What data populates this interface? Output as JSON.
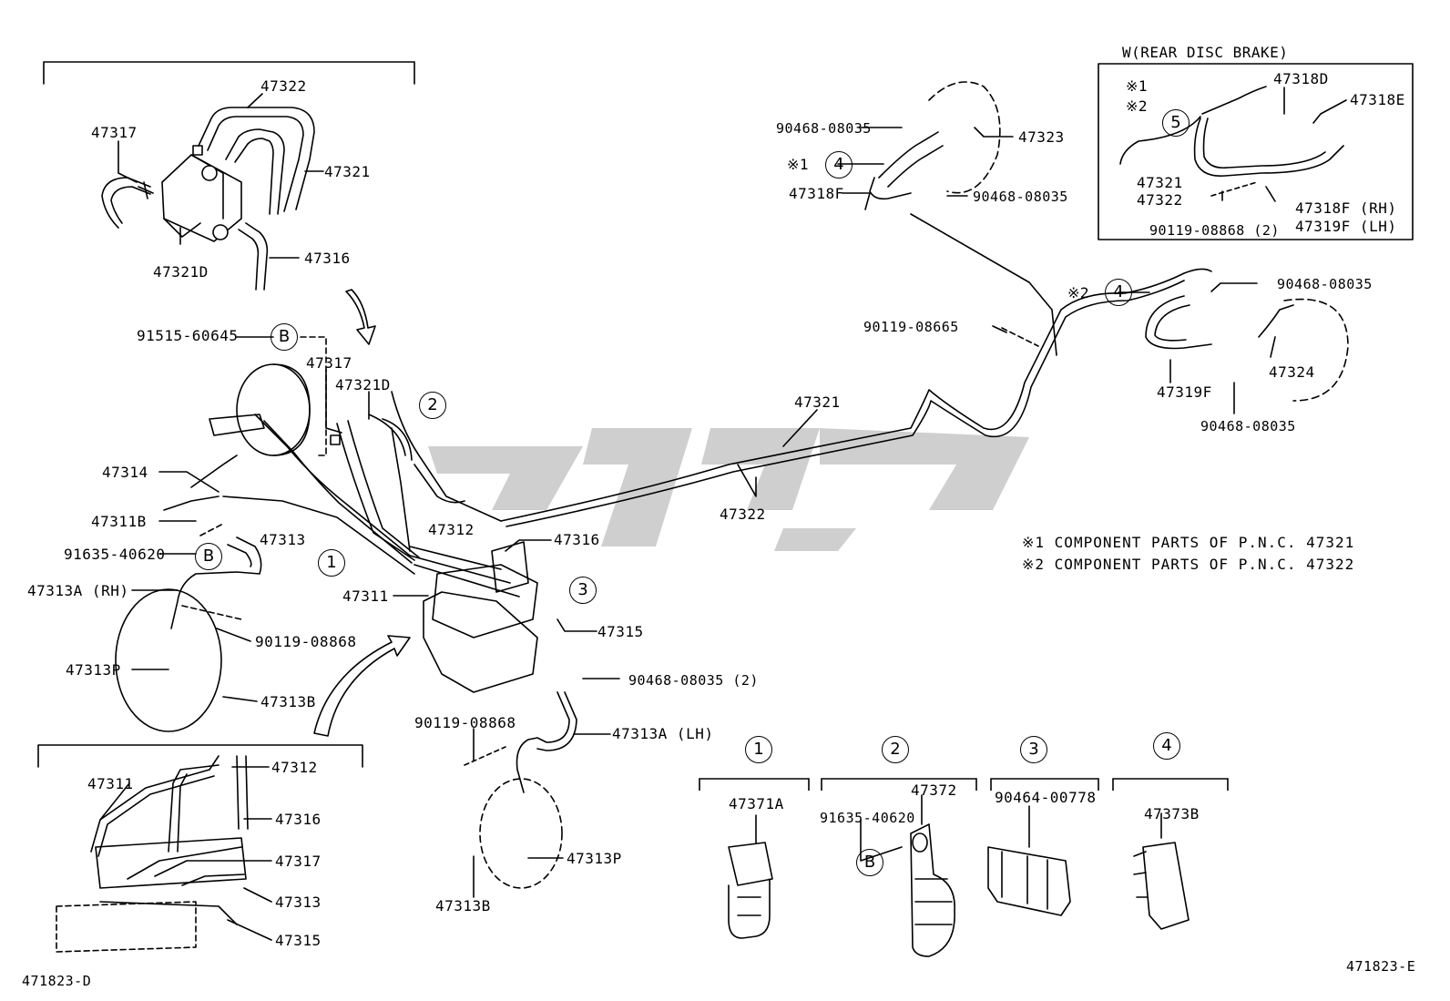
{
  "inset_title": "W(REAR DISC BRAKE)",
  "ref_codes": {
    "left": "471823-D",
    "right": "471823-E"
  },
  "notes": [
    "※1 COMPONENT PARTS OF P.N.C. 47321",
    "※2 COMPONENT PARTS OF P.N.C. 47322"
  ],
  "marks": {
    "m1": "※1",
    "m2": "※2"
  },
  "circles": {
    "one": "1",
    "two": "2",
    "three": "3",
    "four": "4",
    "five": "5",
    "b": "B"
  },
  "labels": {
    "p47322_top": "47322",
    "p47317_top": "47317",
    "p47321_top": "47321",
    "p47321d_top": "47321D",
    "p47316_top": "47316",
    "p91515": "91515-60645",
    "p47317_mid": "47317",
    "p47321d_mid": "47321D",
    "p47314": "47314",
    "p47311b": "47311B",
    "p47313": "47313",
    "p91635_left": "91635-40620",
    "p47313a_rh": "47313A (RH)",
    "p90119_left": "90119-08868",
    "p47313p_left": "47313P",
    "p47313b_left": "47313B",
    "p47312_mid": "47312",
    "p47316_mid": "47316",
    "p47311_mid": "47311",
    "p47315_mid": "47315",
    "p90468_mid": "90468-08035 (2)",
    "p90119_bottom": "90119-08868",
    "p47313a_lh": "47313A (LH)",
    "p47313p_bottom": "47313P",
    "p47313b_bottom": "47313B",
    "p47311_inset": "47311",
    "p47312_inset": "47312",
    "p47316_inset": "47316",
    "p47317_inset": "47317",
    "p47313_inset": "47313",
    "p47315_inset": "47315",
    "p90468_a": "90468-08035",
    "p47323": "47323",
    "p47318f": "47318F",
    "p90468_b": "90468-08035",
    "p90119_08665": "90119-08665",
    "p47321_main": "47321",
    "p47322_main": "47322",
    "p90468_c": "90468-08035",
    "p47324": "47324",
    "p47319f": "47319F",
    "p90468_d": "90468-08035",
    "p47318d": "47318D",
    "p47318e": "47318E",
    "p47321_w": "47321",
    "p47322_w": "47322",
    "p47318f_rh": "47318F (RH)",
    "p47319f_lh": "47319F (LH)",
    "p90119_w": "90119-08868 (2)",
    "p47371a": "47371A",
    "p91635_b": "91635-40620",
    "p47372": "47372",
    "p90464": "90464-00778",
    "p47373b": "47373B"
  }
}
